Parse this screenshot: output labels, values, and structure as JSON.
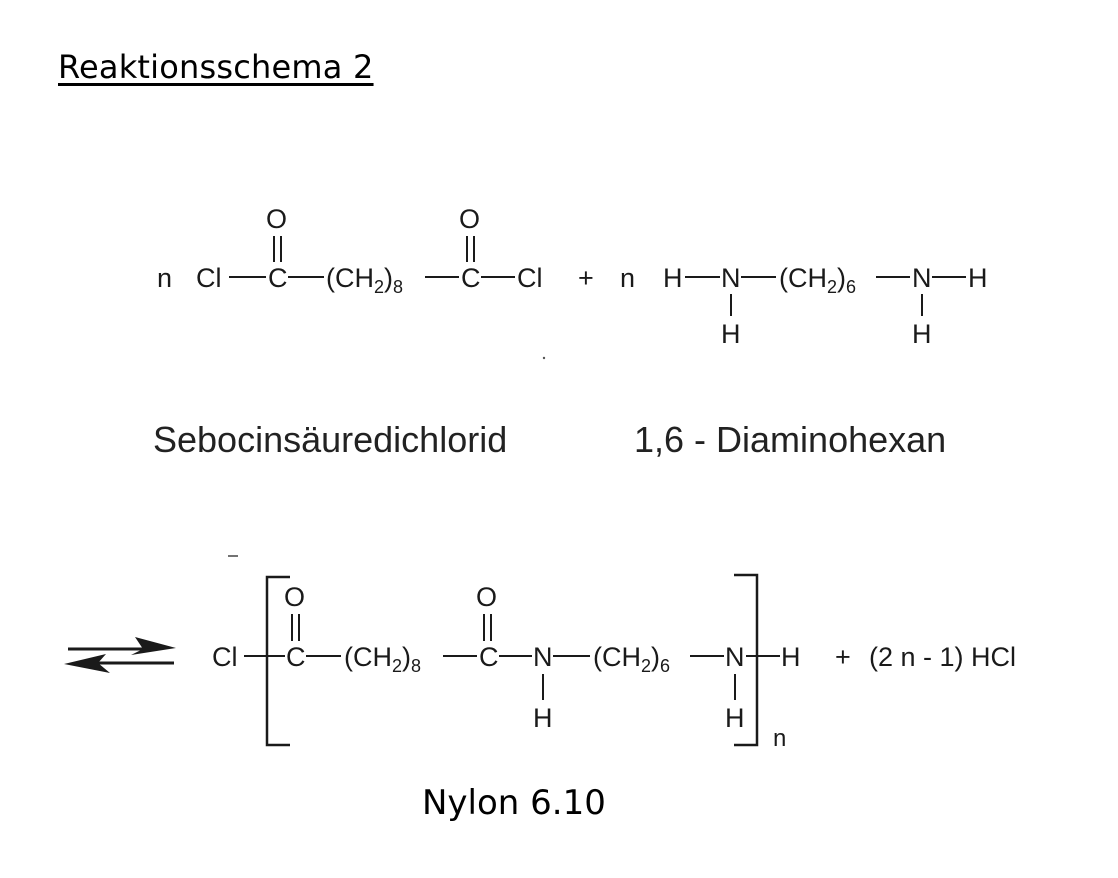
{
  "title": "Reaktionsschema 2",
  "reactants": {
    "acid_chloride": {
      "coefficient": "n",
      "cl_left": "Cl",
      "carbon": "C",
      "oxygen": "O",
      "chain_open": "(CH",
      "chain_h_sub": "2",
      "chain_close": ")",
      "chain_sub": "8",
      "cl_right": "Cl",
      "name": "Sebocinsäuredichlorid"
    },
    "plus": "+",
    "diamine": {
      "coefficient": "n",
      "h": "H",
      "nitrogen": "N",
      "chain_open": "(CH",
      "chain_h_sub": "2",
      "chain_close": ")",
      "chain_sub": "6",
      "name": "1,6 - Diaminohexan"
    }
  },
  "product": {
    "cl": "Cl",
    "carbon": "C",
    "oxygen": "O",
    "nitrogen": "N",
    "h": "H",
    "chain1_open": "(CH",
    "chain1_h_sub": "2",
    "chain1_close": ")",
    "chain1_sub": "8",
    "chain2_open": "(CH",
    "chain2_h_sub": "2",
    "chain2_close": ")",
    "chain2_sub": "6",
    "repeat_index": "n",
    "plus": "+",
    "byproduct": "(2 n - 1) HCl",
    "name": "Nylon 6.10"
  }
}
